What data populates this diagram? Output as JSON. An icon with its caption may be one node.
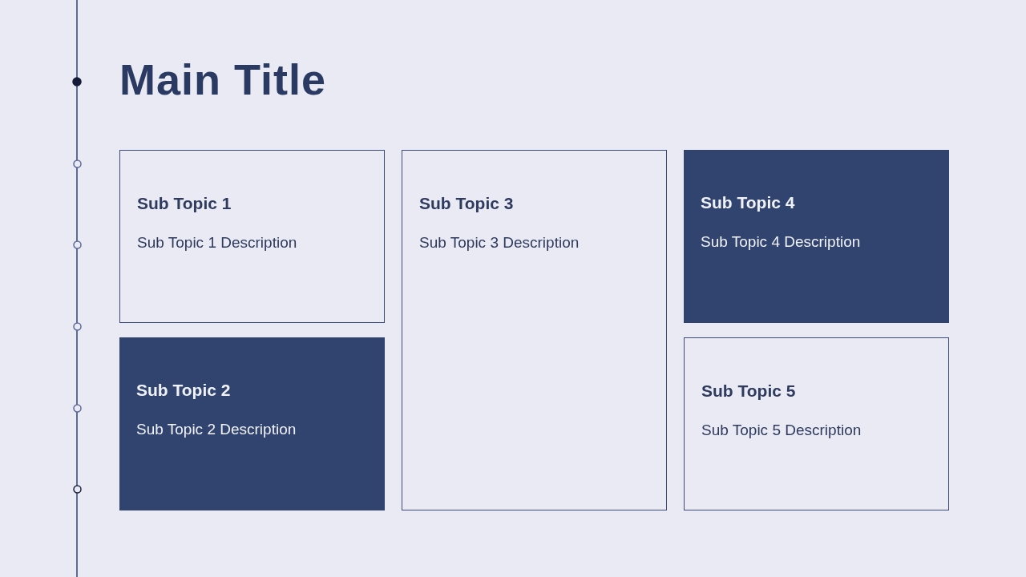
{
  "diagram": {
    "title": "Main Title",
    "nodes": [
      {
        "text": [
          "Sub Topic 1",
          "Sub Topic 1 Description"
        ]
      },
      {
        "text": [
          "Sub Topic 2",
          "Sub Topic 2 Description"
        ]
      },
      {
        "text": [
          "Sub Topic 3",
          "Sub Topic 3 Description"
        ]
      },
      {
        "text": [
          "Sub Topic 4",
          "Sub Topic 4 Description"
        ]
      },
      {
        "text": [
          "Sub Topic 5",
          "Sub Topic 5 Description"
        ]
      }
    ]
  }
}
